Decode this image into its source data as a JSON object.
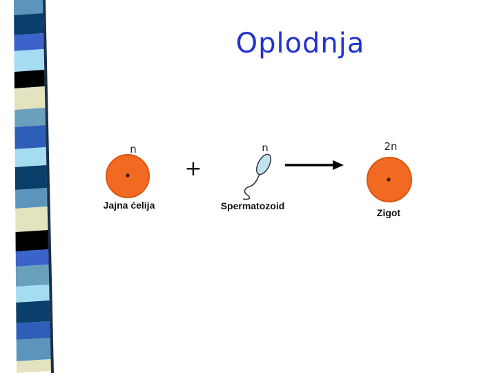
{
  "slide": {
    "title": "Oplodnja"
  },
  "diagram": {
    "egg": {
      "label": "Jajna ćelija",
      "ploidy": "n"
    },
    "plus": "+",
    "sperm": {
      "label": "Spermatozoid",
      "ploidy": "n"
    },
    "zygote": {
      "label": "Zigot",
      "ploidy": "2n"
    }
  },
  "colors": {
    "title": "#2233cc",
    "cell_fill": "#f26a21",
    "cell_stroke": "#d95510",
    "sperm_fill": "#bfe3ee",
    "stripe_colors": [
      "#5b95bb",
      "#0a3f6b",
      "#3b63c9",
      "#a6dcf2",
      "#000000",
      "#e3e3bf",
      "#6aa0bc",
      "#2e5fb8"
    ]
  }
}
